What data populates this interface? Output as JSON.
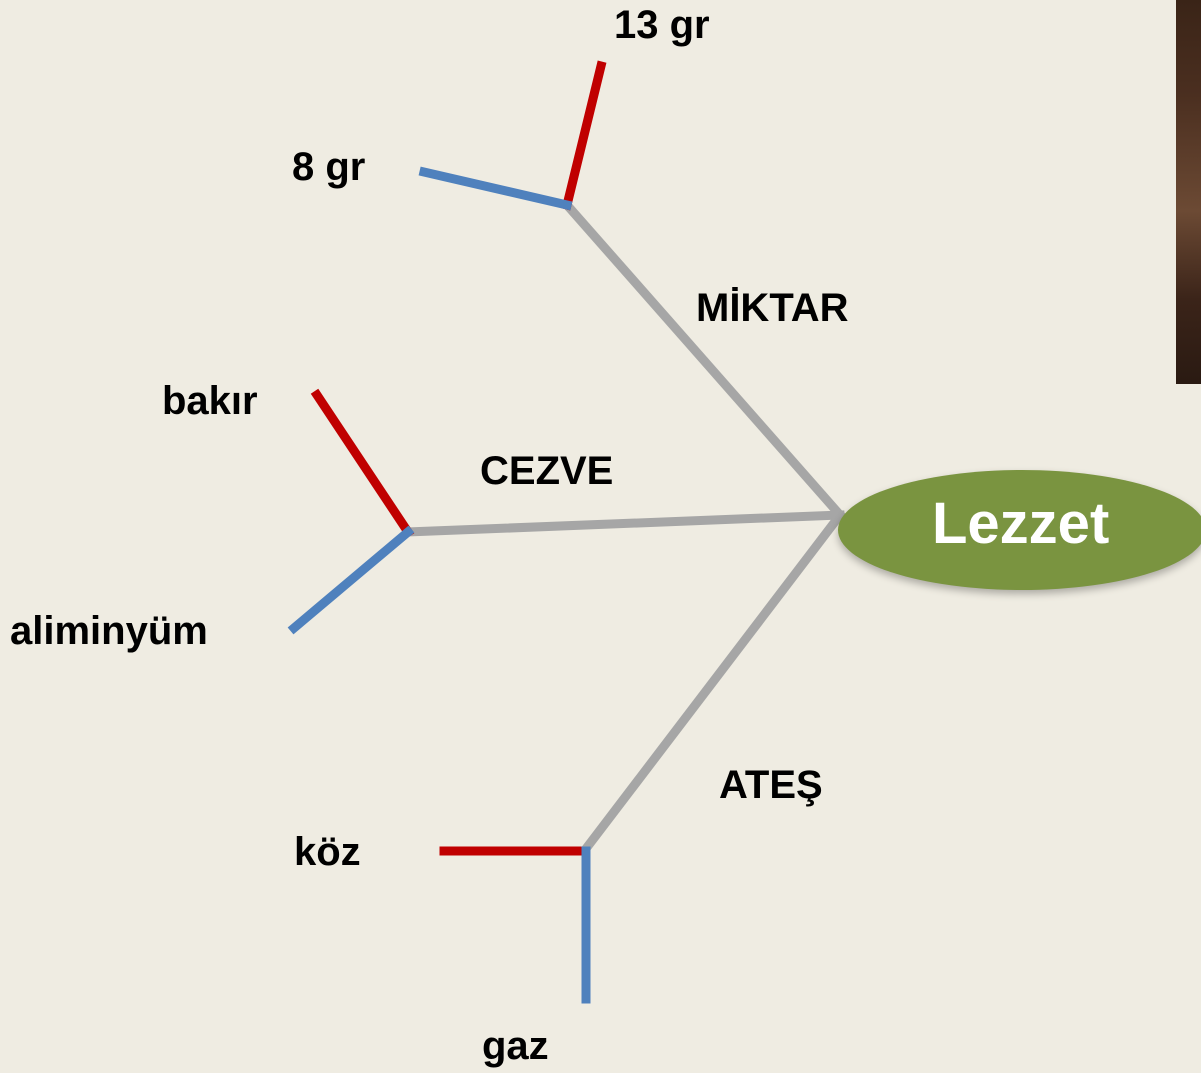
{
  "diagram": {
    "central_node": {
      "label": "Lezzet",
      "color": "#7a9440"
    },
    "colors": {
      "background": "#efece2",
      "main_branch": "#a6a6a6",
      "positive_branch": "#c00000",
      "negative_branch": "#4f81bd",
      "node_text": "#ffffff"
    },
    "branches": {
      "miktar": {
        "label": "MİKTAR",
        "options": [
          "13 gr",
          "8 gr"
        ]
      },
      "cezve": {
        "label": "CEZVE",
        "options": [
          "bakır",
          "aliminyüm"
        ]
      },
      "ates": {
        "label": "ATEŞ",
        "options": [
          "köz",
          "gaz"
        ]
      }
    }
  }
}
